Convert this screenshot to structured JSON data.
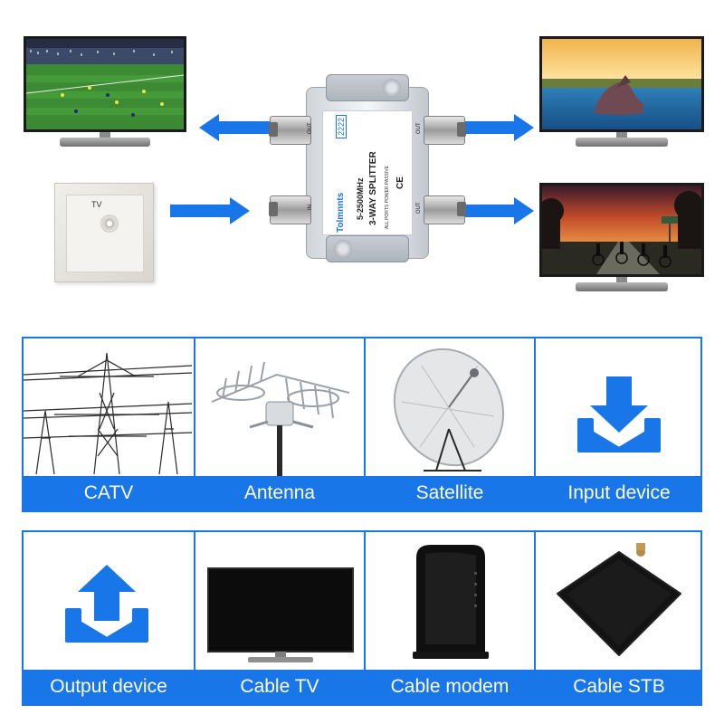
{
  "splitter": {
    "brand": "Tolmnnts",
    "model": "2222",
    "freq": "5-2500MHz",
    "name": "3-WAY SPLITTER",
    "note": "ALL PORTS POWER PASSIVE",
    "ce": "CE",
    "port_out": "OUT",
    "port_in": "IN"
  },
  "wallplate": {
    "label": "TV"
  },
  "sources": [
    {
      "caption": "CATV",
      "icon": "power-tower-icon"
    },
    {
      "caption": "Antenna",
      "icon": "antenna-icon"
    },
    {
      "caption": "Satellite",
      "icon": "satellite-dish-icon"
    },
    {
      "caption": "Input device",
      "icon": "download-tray-icon"
    }
  ],
  "outputs": [
    {
      "caption": "Output device",
      "icon": "upload-tray-icon"
    },
    {
      "caption": "Cable TV",
      "icon": "tv-icon"
    },
    {
      "caption": "Cable modem",
      "icon": "modem-icon"
    },
    {
      "caption": "Cable STB",
      "icon": "set-top-box-icon"
    }
  ],
  "colors": {
    "accent": "#1976e8",
    "arrow": "#1976e8"
  }
}
